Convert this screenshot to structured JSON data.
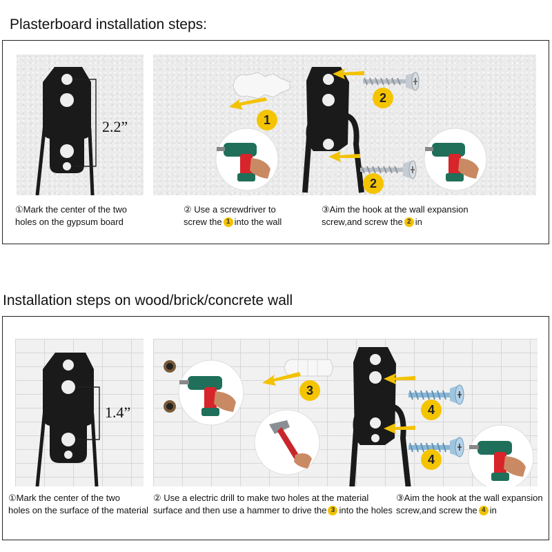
{
  "headings": {
    "plasterboard": "Plasterboard installation steps:",
    "wood": "Installation steps on wood/brick/concrete wall"
  },
  "plasterboard": {
    "dimension": "2.2”",
    "badges": [
      "1",
      "2",
      "2"
    ],
    "captions": {
      "step1_line1": "①Mark the center of the two",
      "step1_line2": "holes on the gypsum board",
      "step2_line1": "② Use a screwdriver to",
      "step2_line2_pre": "screw the",
      "step2_badge": "1",
      "step2_line2_post": "into the wall",
      "step3_line1": "③Aim the hook at the wall expansion",
      "step3_line2_pre": "screw,and screw the",
      "step3_badge": "2",
      "step3_line2_post": "in"
    }
  },
  "wood": {
    "dimension": "1.4”",
    "badges": [
      "3",
      "4",
      "4"
    ],
    "captions": {
      "step1_line1": "①Mark the center of the two",
      "step1_line2": "holes on the surface of the material",
      "step2_line1": "② Use a electric drill to make two holes at the material",
      "step2_line2_pre": "surface and then use a hammer to drive the",
      "step2_badge": "3",
      "step2_line2_post": "into the holes",
      "step3_line1": "③Aim the hook at the wall expansion",
      "step3_line2_pre": "screw,and screw the",
      "step3_badge": "4",
      "step3_line2_post": "in"
    }
  },
  "colors": {
    "badge": "#f5c400",
    "arrow": "#f2c200",
    "hook": "#1a1a1a",
    "drill_body": "#1f6f5a",
    "drill_accent": "#d8242b"
  }
}
